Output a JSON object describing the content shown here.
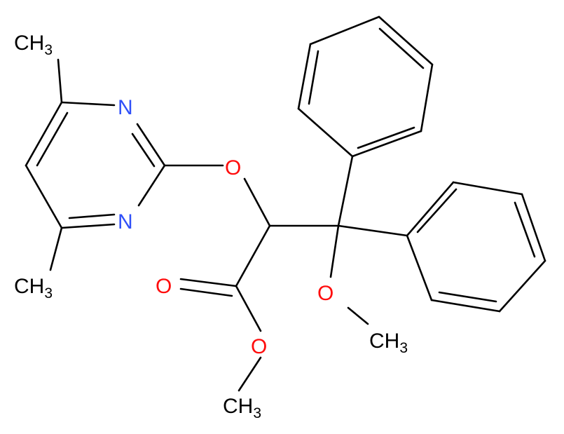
{
  "colors": {
    "bond": "#000000",
    "carbon": "#000000",
    "nitrogen": "#3050f8",
    "oxygen": "#ff0d0d"
  },
  "atoms": {
    "ch3_top": {
      "main": "CH",
      "sub": "3"
    },
    "ch3_mid": {
      "main": "CH",
      "sub": "3"
    },
    "n_top": {
      "main": "N"
    },
    "n_bot": {
      "main": "N"
    },
    "o_ether": {
      "main": "O"
    },
    "o_methoxy": {
      "main": "O"
    },
    "ch3_methoxy": {
      "main": "CH",
      "sub": "3"
    },
    "o_carbonyl": {
      "main": "O"
    },
    "o_ester": {
      "main": "O"
    },
    "ch3_ester": {
      "main": "CH",
      "sub": "3"
    }
  }
}
